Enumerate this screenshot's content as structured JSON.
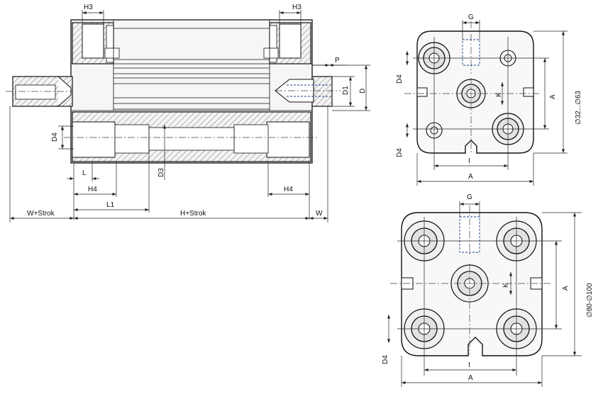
{
  "side_view": {
    "labels": {
      "h3_left": "H3",
      "h3_right": "H3",
      "p": "P",
      "d1": "D1",
      "d": "D",
      "d4": "D4",
      "d3": "D3",
      "l": "L",
      "h4_left": "H4",
      "h4_right": "H4",
      "l1": "L1",
      "w_stroke": "W+Strok",
      "h_stroke": "H+Strok",
      "w": "W"
    }
  },
  "top_view_small": {
    "labels": {
      "g": "G",
      "d4_top": "D4",
      "d4_bottom": "D4",
      "k": "K",
      "a_vertical": "A",
      "a_horizontal": "A",
      "size_range": "∅32...∅63"
    }
  },
  "top_view_large": {
    "labels": {
      "g": "G",
      "k": "K",
      "a_vertical": "A",
      "a_horizontal": "A",
      "d4": "D4",
      "size_range": "∅80-∅100"
    }
  }
}
